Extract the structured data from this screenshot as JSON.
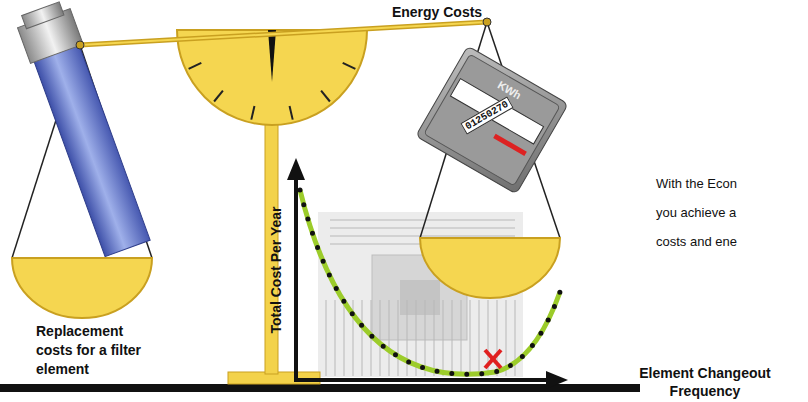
{
  "diagram": {
    "labels": [
      "Energy Costs",
      "Replacement costs for a filter element",
      "Total Cost Per Year",
      "Element Changeout Frequency",
      "01250270",
      "KWh",
      "With the Econ",
      "you achieve a",
      "costs and ene"
    ]
  }
}
